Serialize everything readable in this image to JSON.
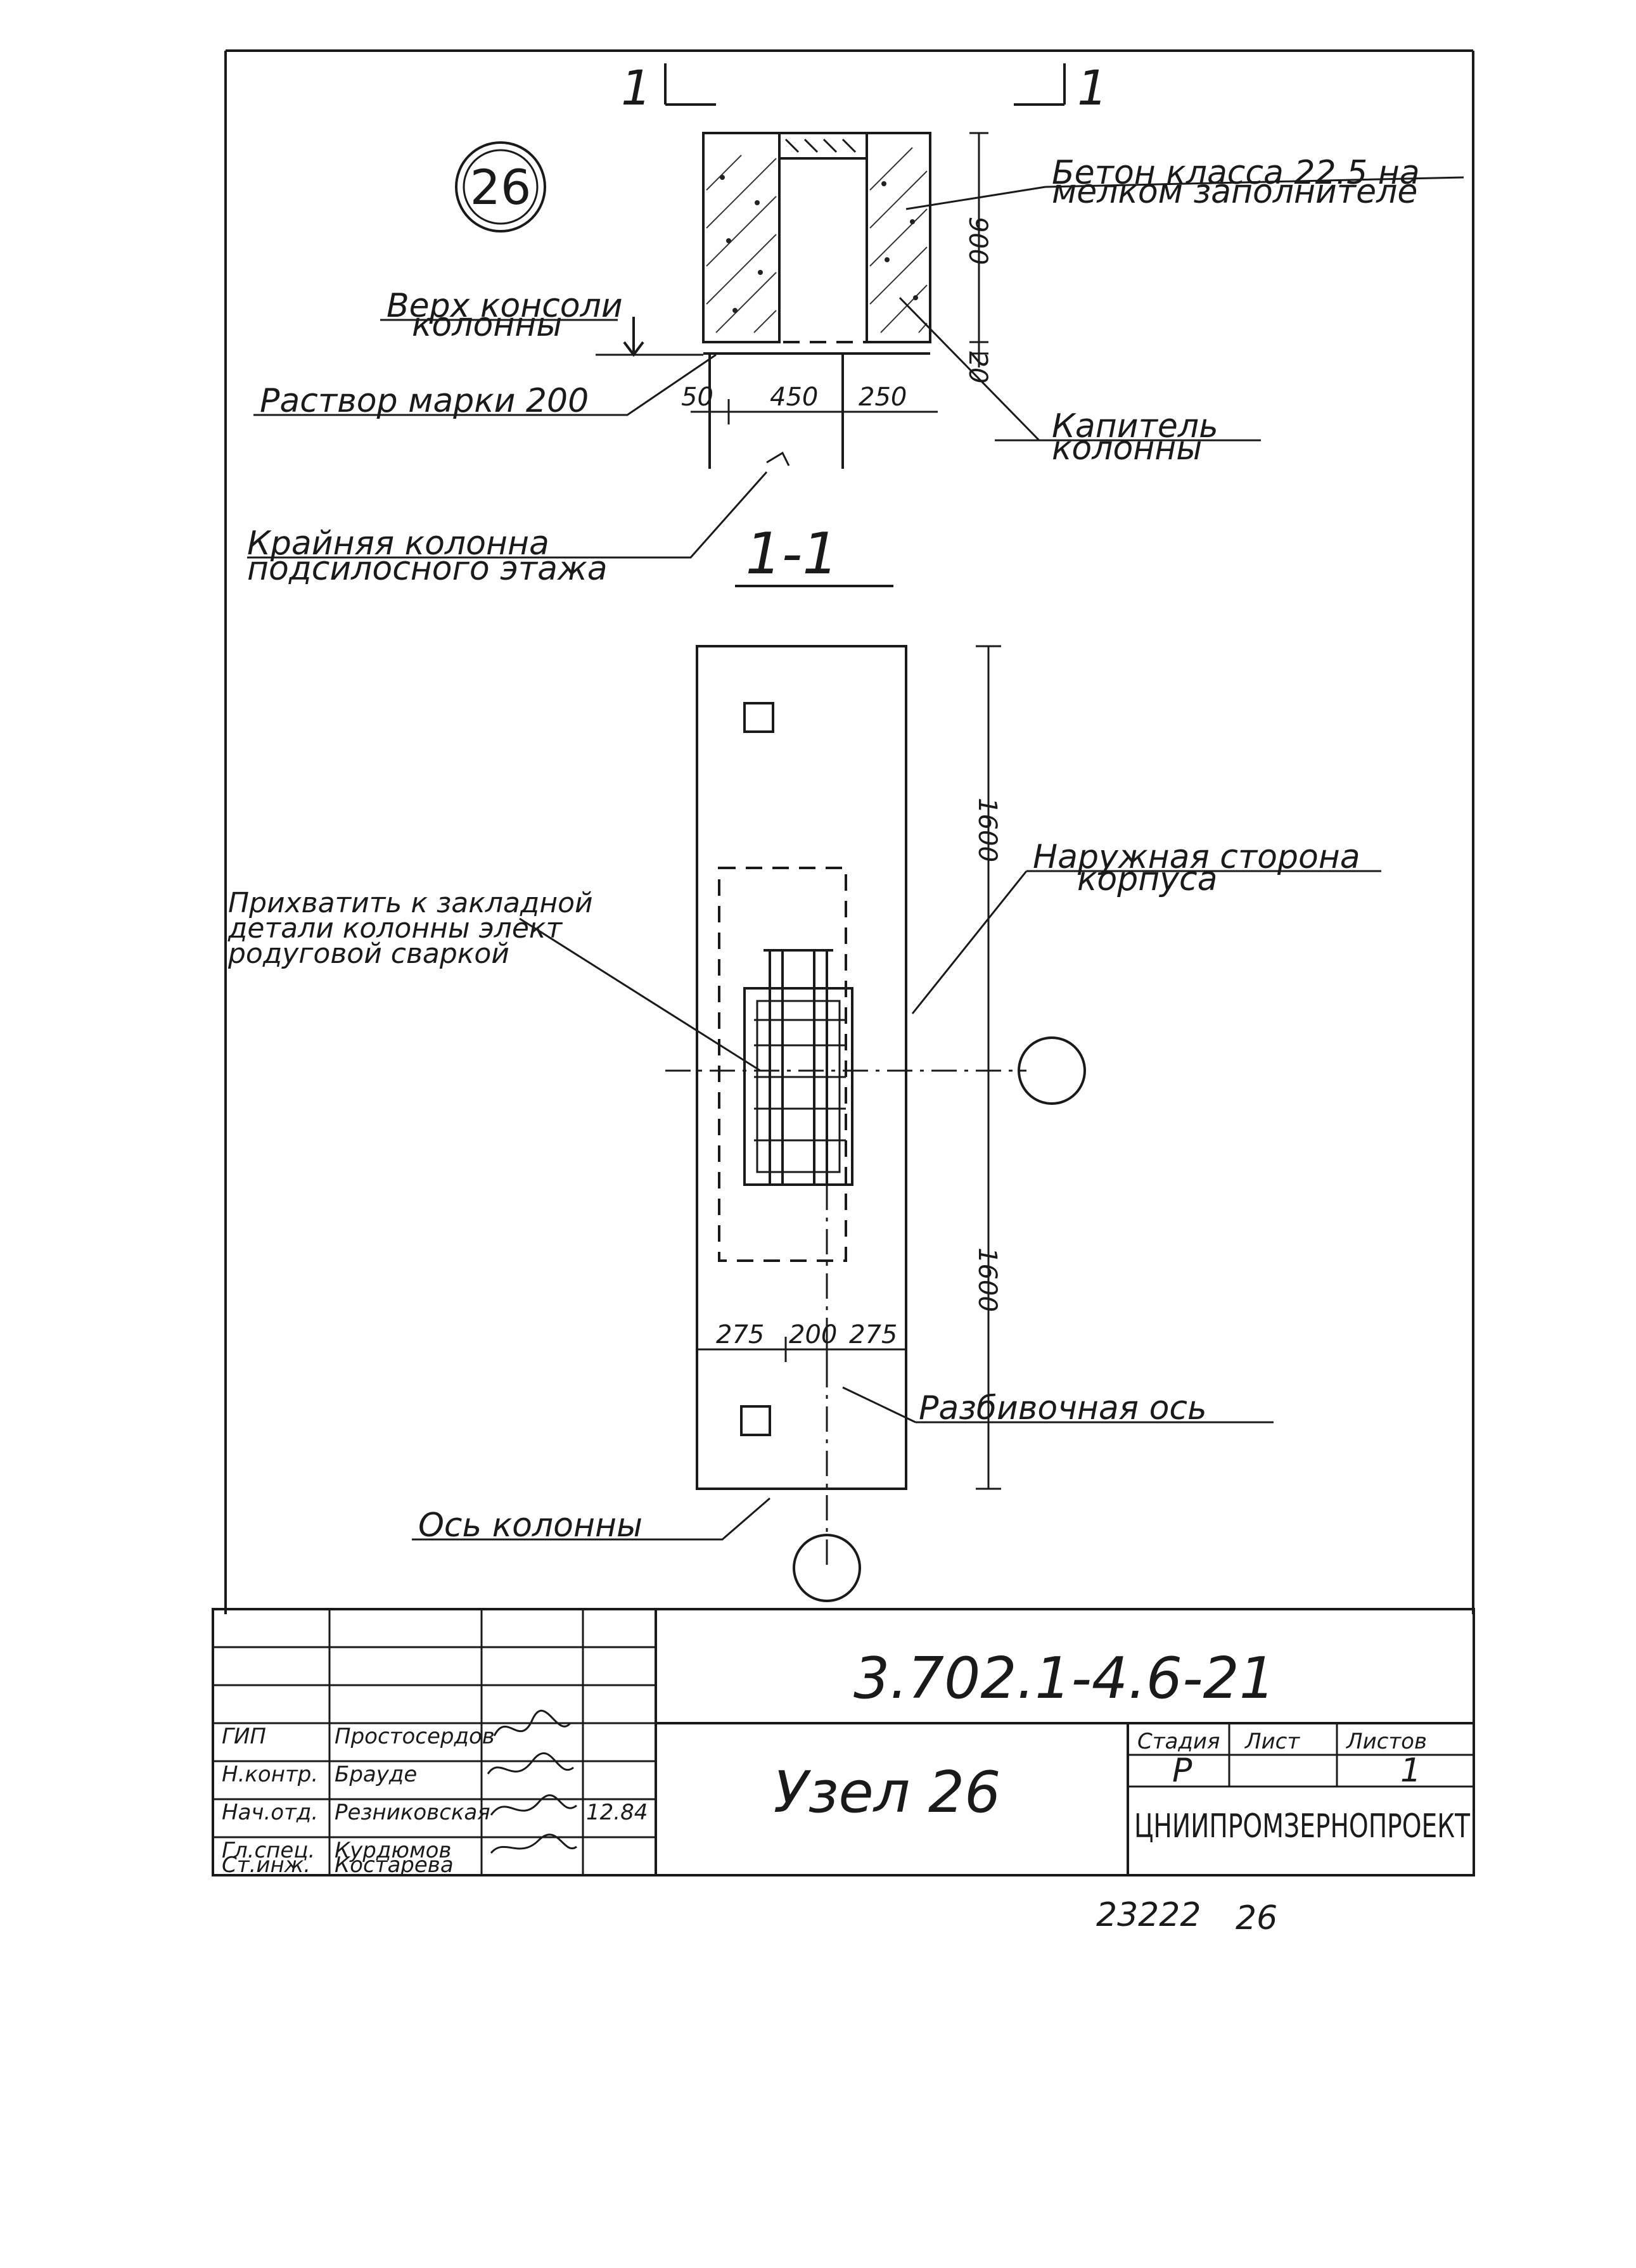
{
  "node_badge": "26",
  "section": {
    "mark_left": "1",
    "mark_right": "1",
    "title": "1-1"
  },
  "labels": {
    "concrete_line1": "Бетон класса 22.5 на",
    "concrete_line2": "мелком заполнителе",
    "console_top_line1": "Верх консоли",
    "console_top_line2": "колонны",
    "mortar": "Раствор марки 200",
    "capital_line1": "Капитель",
    "capital_line2": "колонны",
    "edge_col_line1": "Крайняя колонна",
    "edge_col_line2": "подсилосного этажа",
    "outer_side_line1": "Наружная сторона",
    "outer_side_line2": "корпуса",
    "weld_line1": "Прихватить к закладной",
    "weld_line2": "детали колонны элект",
    "weld_line3": "родуговой сваркой",
    "layout_axis": "Разбивочная ось",
    "column_axis": "Ось колонны"
  },
  "dimensions": {
    "height_900": "900",
    "gap_20": "20",
    "w_50": "50",
    "w_450": "450",
    "w_250": "250",
    "plan_1600_top": "1600",
    "plan_1600_bottom": "1600",
    "p_275a": "275",
    "p_200": "200",
    "p_275b": "275"
  },
  "title_block": {
    "doc_code": "3.702.1-4.6-21",
    "title": "Узел 26",
    "stage_label": "Стадия",
    "sheet_label": "Лист",
    "sheets_label": "Листов",
    "stage_value": "Р",
    "sheet_value": "",
    "sheets_value": "1",
    "organization": "ЦНИИПРОМЗЕРНОПРОЕКТ",
    "roles": [
      "ГИП",
      "Н.контр.",
      "Нач.отд.",
      "Гл.спец.",
      "Ст.инж."
    ],
    "names": [
      "Простосердов",
      "Брауде",
      "Резниковская",
      "Курдюмов",
      "Костарева"
    ],
    "date": "12.84"
  },
  "footer": {
    "archive": "23222",
    "page": "26"
  }
}
